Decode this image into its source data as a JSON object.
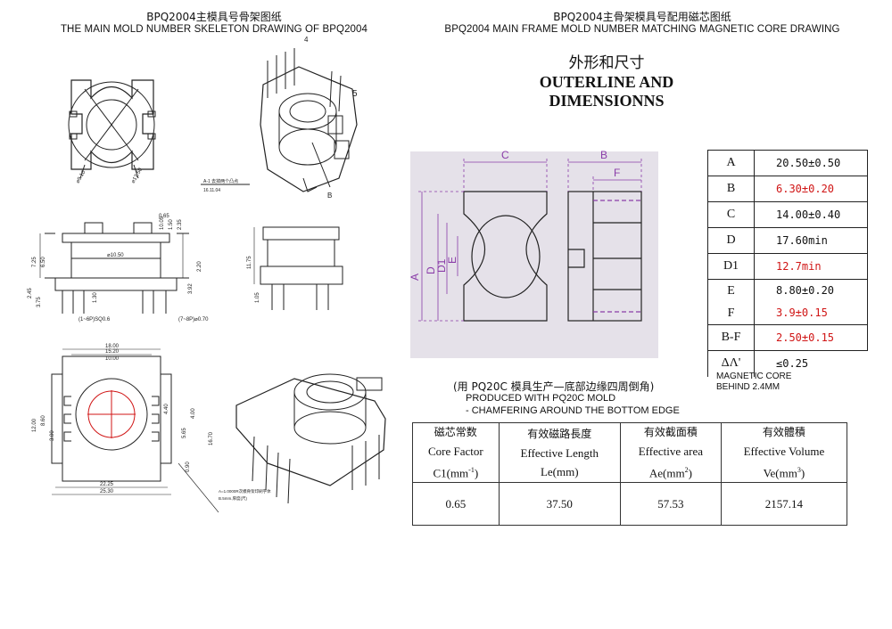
{
  "left_header": {
    "title_cn": "BPQ2004主模具号骨架图纸",
    "title_en": "THE MAIN MOLD NUMBER SKELETON DRAWING OF BPQ2004"
  },
  "right_header": {
    "title_cn": "BPQ2004主骨架模具号配用磁芯图纸",
    "title_en": "BPQ2004 MAIN FRAME MOLD NUMBER MATCHING MAGNETIC CORE DRAWING",
    "outline_cn": "外形和尺寸",
    "outline_en": "OUTERLINE AND DIMENSIONNS"
  },
  "drawing_labels": {
    "callout_4": "4",
    "callout_5": "5",
    "callout_b": "B",
    "dia_910": "⌀9.10",
    "dia_1750": "⌀17.50",
    "note_a": "A-1 去掉两个凸点",
    "note_date": "16.11.04",
    "d_065": "0.65",
    "d_1050": "⌀10.50",
    "d_1005": "10.05",
    "d_1500": "1.50",
    "d_235": "2.35",
    "d_725": "7.25",
    "d_650": "6.50",
    "d_220": "2.20",
    "d_392": "3.92",
    "d_375": "3.75",
    "d_245": "2.45",
    "d_130": "1.30",
    "d_1175": "11.75",
    "d_105": "1.05",
    "pin_left": "(1~6P)SQ0.6",
    "pin_right": "(7~8P)⌀0.70",
    "d_1800": "18.00",
    "d_1520": "15.20",
    "d_1000": "10.00",
    "d_1200": "12.00",
    "d_860": "8.60",
    "d_300": "3.00",
    "d_440": "4.40",
    "d_400": "4.00",
    "d_565": "5.65",
    "d_1670": "16.70",
    "d_090": "0.90",
    "d_2225": "22.25",
    "d_2530": "25.30",
    "note_b1": "A=1.0000R次模骨架印刷字体",
    "note_b2": "B.5mm.厚度(尺)"
  },
  "core_drawing": {
    "label_c": "C",
    "label_b": "B",
    "label_f": "F",
    "label_a": "A",
    "label_d": "D",
    "label_d1": "D1",
    "label_e": "E"
  },
  "dimensions": [
    {
      "label": "A",
      "value": "20.50±0.50",
      "red": false
    },
    {
      "label": "B",
      "value": "6.30±0.20",
      "red": true
    },
    {
      "label": "C",
      "value": "14.00±0.40",
      "red": false
    },
    {
      "label": "D",
      "value": "17.60min",
      "red": false
    },
    {
      "label": "D1",
      "value": "12.7min",
      "red": true
    },
    {
      "label": "E",
      "value": "8.80±0.20",
      "red": false
    },
    {
      "label": "F",
      "value": "3.9±0.15",
      "red": true
    },
    {
      "label": "B-F",
      "value": "2.50±0.15",
      "red": true
    },
    {
      "label": "ΔΛ'",
      "value": "≤0.25",
      "red": false
    }
  ],
  "magnetic_core_note": {
    "line1": "MAGNETIC CORE",
    "line2": "BEHIND   2.4MM"
  },
  "production_note": {
    "cn": "(用 PQ20C 模具生产—底部边缘四周倒角)",
    "en1": "PRODUCED WITH PQ20C MOLD",
    "en2": "- CHAMFERING AROUND THE BOTTOM EDGE"
  },
  "core_table": {
    "headers": [
      {
        "cn": "磁芯常数",
        "en": "Core Factor",
        "sym": "C1(mm",
        "sup": "-1",
        "tail": ")"
      },
      {
        "cn": "有效磁路長度",
        "en": "Effective Length",
        "sym": "Le(mm)",
        "sup": "",
        "tail": ""
      },
      {
        "cn": "有效截面積",
        "en": "Effective area",
        "sym": "Ae(mm",
        "sup": "2",
        "tail": ")"
      },
      {
        "cn": "有效體積",
        "en": "Effective Volume",
        "sym": "Ve(mm",
        "sup": "3",
        "tail": ")"
      }
    ],
    "values": [
      "0.65",
      "37.50",
      "57.53",
      "2157.14"
    ]
  }
}
